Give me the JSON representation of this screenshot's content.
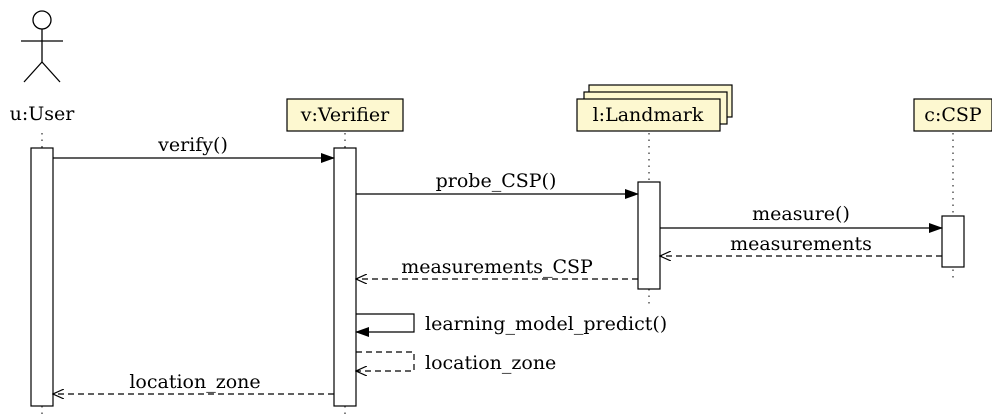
{
  "participants": {
    "user": {
      "label": "u:User",
      "kind": "actor"
    },
    "verifier": {
      "label": "v:Verifier",
      "kind": "object"
    },
    "landmark": {
      "label": "l:Landmark",
      "kind": "multi-object"
    },
    "csp": {
      "label": "c:CSP",
      "kind": "object"
    }
  },
  "messages": {
    "verify": {
      "label": "verify()",
      "from": "u:User",
      "to": "v:Verifier",
      "type": "call"
    },
    "probe_csp": {
      "label": "probe_CSP()",
      "from": "v:Verifier",
      "to": "l:Landmark",
      "type": "call"
    },
    "measure": {
      "label": "measure()",
      "from": "l:Landmark",
      "to": "c:CSP",
      "type": "call"
    },
    "measurements": {
      "label": "measurements",
      "from": "c:CSP",
      "to": "l:Landmark",
      "type": "return"
    },
    "measurements_csp": {
      "label": "measurements_CSP",
      "from": "l:Landmark",
      "to": "v:Verifier",
      "type": "return"
    },
    "learning_model_predict": {
      "label": "learning_model_predict()",
      "from": "v:Verifier",
      "to": "v:Verifier",
      "type": "self-call"
    },
    "location_zone_self": {
      "label": "location_zone",
      "from": "v:Verifier",
      "to": "v:Verifier",
      "type": "self-return"
    },
    "location_zone": {
      "label": "location_zone",
      "from": "v:Verifier",
      "to": "u:User",
      "type": "return"
    }
  },
  "colors": {
    "object_fill": "#fdf8d0",
    "line": "#000000",
    "background": "#ffffff"
  }
}
